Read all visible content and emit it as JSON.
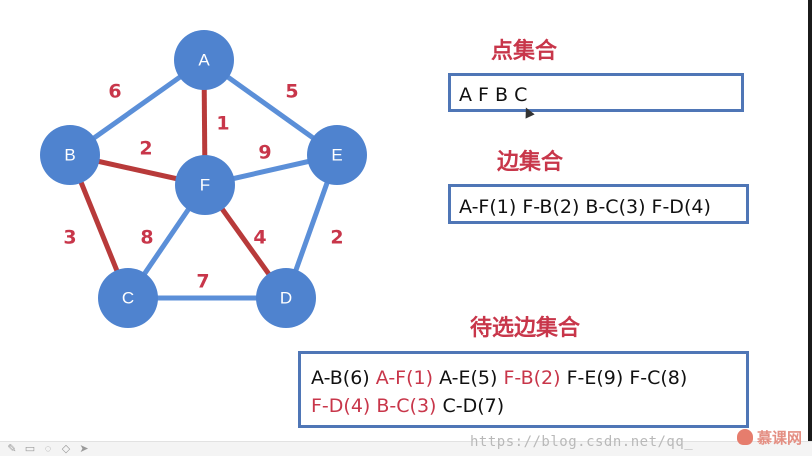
{
  "graph": {
    "nodes": [
      {
        "id": "A",
        "label": "A"
      },
      {
        "id": "B",
        "label": "B"
      },
      {
        "id": "C",
        "label": "C"
      },
      {
        "id": "D",
        "label": "D"
      },
      {
        "id": "E",
        "label": "E"
      },
      {
        "id": "F",
        "label": "F"
      }
    ],
    "edges": [
      {
        "from": "A",
        "to": "B",
        "weight": "6",
        "selected": false
      },
      {
        "from": "A",
        "to": "E",
        "weight": "5",
        "selected": false
      },
      {
        "from": "A",
        "to": "F",
        "weight": "1",
        "selected": true
      },
      {
        "from": "B",
        "to": "F",
        "weight": "2",
        "selected": true
      },
      {
        "from": "F",
        "to": "E",
        "weight": "9",
        "selected": false
      },
      {
        "from": "B",
        "to": "C",
        "weight": "3",
        "selected": true
      },
      {
        "from": "F",
        "to": "C",
        "weight": "8",
        "selected": false
      },
      {
        "from": "F",
        "to": "D",
        "weight": "4",
        "selected": true
      },
      {
        "from": "E",
        "to": "D",
        "weight": "2",
        "selected": false
      },
      {
        "from": "C",
        "to": "D",
        "weight": "7",
        "selected": false
      }
    ],
    "colors": {
      "node": "#4f83cf",
      "edge": "#5b8fd8",
      "selected_edge": "#b83a3a",
      "weight": "#c8364a"
    }
  },
  "point_set": {
    "title": "点集合",
    "value": "A F B C"
  },
  "edge_set": {
    "title": "边集合",
    "value": "A-F(1) F-B(2) B-C(3) F-D(4)"
  },
  "candidate_edges": {
    "title": "待选边集合",
    "line1": [
      {
        "text": "A-B(6)",
        "highlight": false
      },
      {
        "text": "A-F(1)",
        "highlight": true
      },
      {
        "text": "A-E(5)",
        "highlight": false
      },
      {
        "text": "F-B(2)",
        "highlight": true
      },
      {
        "text": "F-E(9)",
        "highlight": false
      },
      {
        "text": "F-C(8)",
        "highlight": false
      }
    ],
    "line2": [
      {
        "text": "F-D(4)",
        "highlight": true
      },
      {
        "text": "B-C(3)",
        "highlight": true
      },
      {
        "text": "C-D(7)",
        "highlight": false
      }
    ]
  },
  "footer": {
    "watermark": "https://blog.csdn.net/qq_",
    "brand": "慕课网"
  }
}
